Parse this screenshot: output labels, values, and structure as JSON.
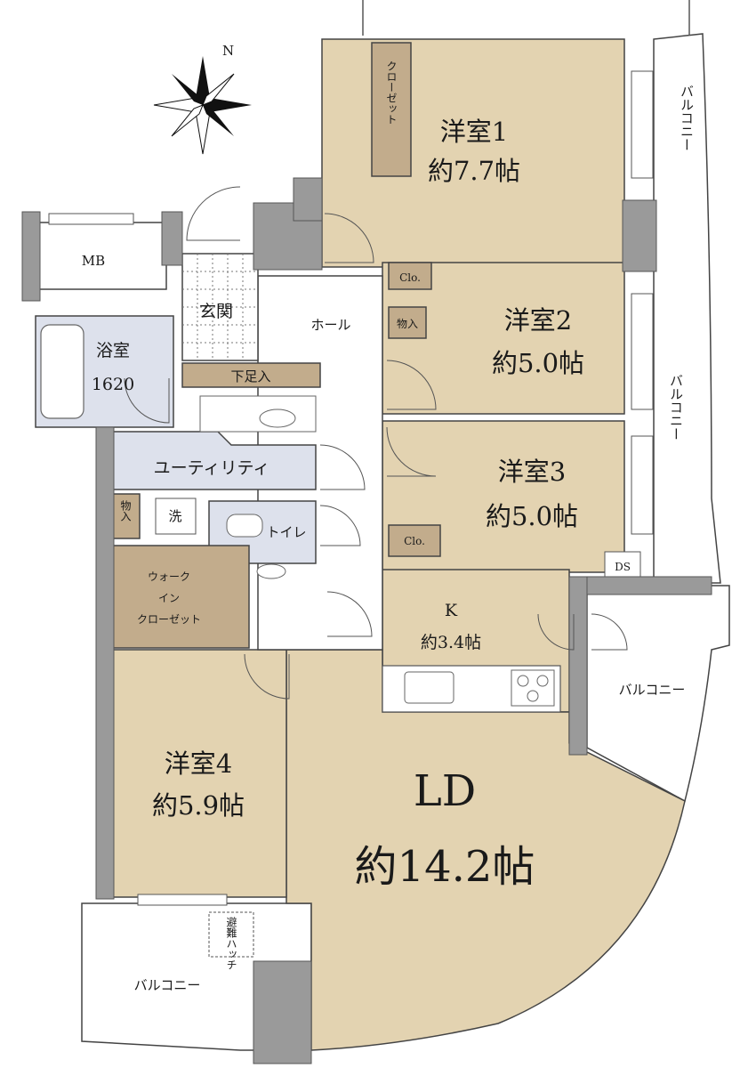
{
  "compass": {
    "north": "N"
  },
  "rooms": {
    "western1": {
      "name": "洋室1",
      "size": "約7.7帖"
    },
    "western2": {
      "name": "洋室2",
      "size": "約5.0帖"
    },
    "western3": {
      "name": "洋室3",
      "size": "約5.0帖"
    },
    "western4": {
      "name": "洋室4",
      "size": "約5.9帖"
    },
    "ld": {
      "name": "LD",
      "size": "約14.2帖"
    },
    "kitchen": {
      "name": "K",
      "size": "約3.4帖"
    },
    "bath": {
      "name": "浴室",
      "size": "1620"
    },
    "entrance": "玄関",
    "hall": "ホール",
    "utility": "ユーティリティ",
    "toilet": "トイレ",
    "mb": "MB",
    "walkin": [
      "ウォーク",
      "イン",
      "クローゼット"
    ],
    "shoe": "下足入",
    "closet1": "クローゼット",
    "clo2": "Clo.",
    "clo3": "Clo.",
    "storage_hall": "物入",
    "storage_utility": "物入",
    "washer": "洗",
    "ds": "DS",
    "hatch": "避難ハッチ",
    "balcony_right_top": "バルコニー",
    "balcony_right_mid": "バルコニー",
    "balcony_right_lower": "バルコニー",
    "balcony_bottom": "バルコニー"
  },
  "colors": {
    "room": "#E3D3B1",
    "wet": "#DDE1EC",
    "storage": "#C2AC8C",
    "wall": "#9A9A9A",
    "exterior": "#FFFFFF"
  }
}
